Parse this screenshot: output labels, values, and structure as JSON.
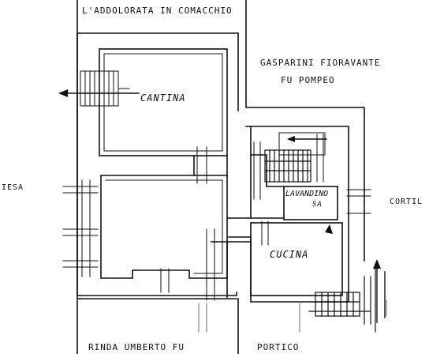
{
  "plan": {
    "labels": {
      "top_owner": "L'ADDOLORATA IN COMACCHIO",
      "neighbor_name": "GASPARINI  FIORAVANTE",
      "neighbor_father": "FU  POMPEO",
      "cantina": "CANTINA",
      "lavandino": "LAVANDINO",
      "lavandino_suffix": "SA",
      "cucina": "CUCINA",
      "cortile": "CORTIL",
      "chiesa": "IESA",
      "bottom_owner": "RINDA  UMBERTO   FU",
      "portico": "PORTICO"
    },
    "colors": {
      "ink": "#111111",
      "wall": "#ffffff"
    }
  }
}
